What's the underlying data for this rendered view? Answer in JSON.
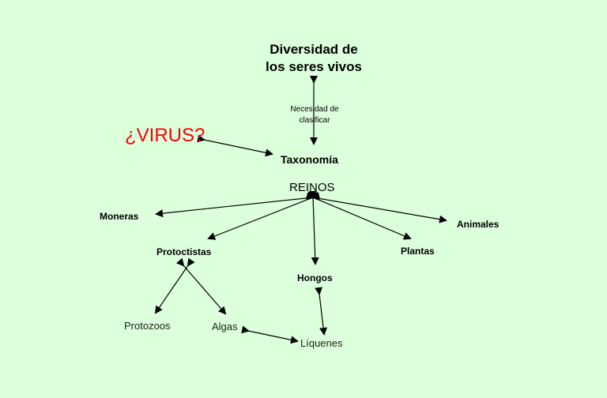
{
  "nodes": {
    "title_line1": "Diversidad de",
    "title_line2": "los seres vivos",
    "note_line1": "Necesidad de",
    "note_line2": "clasificar",
    "virus": "¿VIRUS?",
    "taxonomia": "Taxonomía",
    "reinos": "REINOS",
    "moneras": "Moneras",
    "animales": "Animales",
    "protoctistas": "Protoctistas",
    "plantas": "Plantas",
    "hongos": "Hongos",
    "protozoos": "Protozoos",
    "algas": "Algas",
    "liquenes": "Líquenes"
  },
  "colors": {
    "background": "#dcffdc",
    "virus": "#ff0000",
    "connector": "#000000"
  }
}
